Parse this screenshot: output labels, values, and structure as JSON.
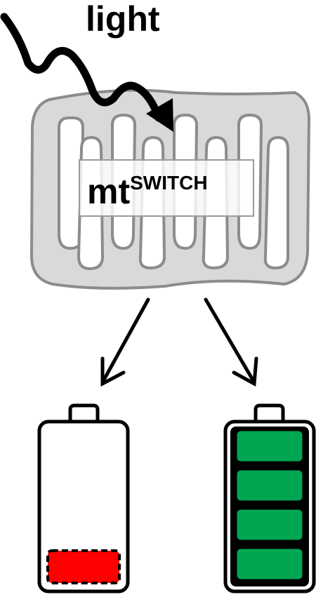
{
  "labels": {
    "light": "light",
    "mt_base": "mt",
    "mt_superscript": "SWITCH"
  },
  "colors": {
    "mitochondrion_fill": "#d9d9d9",
    "mitochondrion_stroke": "#8c8c8c",
    "cristae_fill": "#ffffff",
    "low_charge": "#ff0000",
    "full_charge": "#00a651",
    "outline": "#000000"
  },
  "batteries": [
    {
      "state": "low",
      "filled_cells": 1,
      "total_cells": 4,
      "cell_style": "dashed"
    },
    {
      "state": "full",
      "filled_cells": 4,
      "total_cells": 4,
      "cell_style": "solid"
    }
  ]
}
